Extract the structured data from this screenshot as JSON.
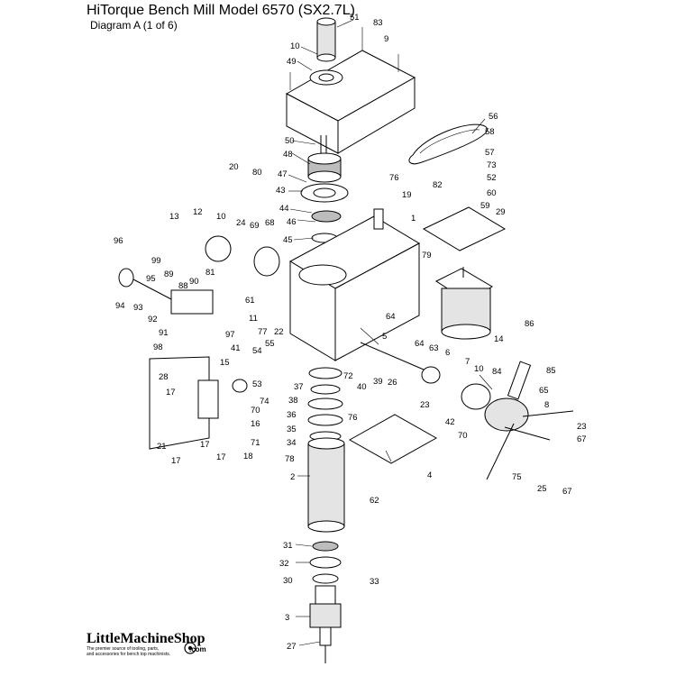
{
  "header": {
    "title": "HiTorque Bench Mill Model 6570 (SX2.7L)",
    "subtitle": "Diagram A  (1 of 6)"
  },
  "logo": {
    "name": "LittleMachineShop",
    "domain_suffix": ".com",
    "tagline_line1": "The premier source of tooling, parts,",
    "tagline_line2": "and accessories for bench top machinists."
  },
  "callouts": [
    "51",
    "83",
    "10",
    "9",
    "49",
    "56",
    "58",
    "57",
    "50",
    "48",
    "73",
    "47",
    "52",
    "20",
    "80",
    "82",
    "76",
    "43",
    "60",
    "19",
    "44",
    "59",
    "29",
    "46",
    "1",
    "12",
    "13",
    "10",
    "24",
    "69",
    "68",
    "45",
    "96",
    "99",
    "89",
    "95",
    "79",
    "81",
    "90",
    "88",
    "61",
    "94",
    "93",
    "92",
    "11",
    "77",
    "22",
    "64",
    "86",
    "97",
    "91",
    "5",
    "14",
    "98",
    "41",
    "55",
    "54",
    "64",
    "63",
    "6",
    "85",
    "15",
    "7",
    "10",
    "28",
    "53",
    "37",
    "72",
    "39",
    "26",
    "84",
    "65",
    "17",
    "74",
    "40",
    "38",
    "23",
    "8",
    "70",
    "36",
    "42",
    "76",
    "16",
    "35",
    "70",
    "23",
    "67",
    "17",
    "71",
    "34",
    "21",
    "17",
    "18",
    "17",
    "78",
    "75",
    "25",
    "67",
    "4",
    "2",
    "62",
    "31",
    "32",
    "30",
    "33",
    "3",
    "27"
  ]
}
